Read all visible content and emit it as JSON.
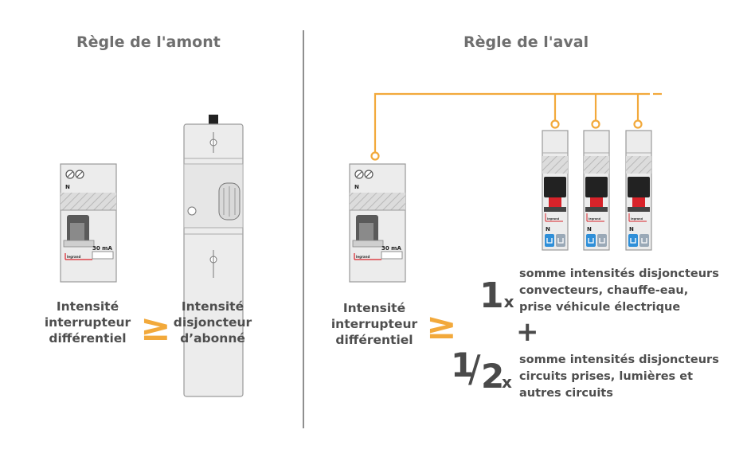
{
  "left": {
    "title": "Règle de l'amont",
    "rcd_rating": "30 mA",
    "rcd_n": "N",
    "rcd_brand": "legrand",
    "label_a": [
      "Intensité",
      "interrupteur",
      "différentiel"
    ],
    "geq": "≥",
    "label_b": [
      "Intensité",
      "disjoncteur",
      "d’abonné"
    ]
  },
  "right": {
    "title": "Règle de l'aval",
    "rcd_rating": "30 mA",
    "rcd_n": "N",
    "rcd_brand": "legrand",
    "label_a": [
      "Intensité",
      "interrupteur",
      "différentiel"
    ],
    "geq": "≥",
    "breaker_n": "N",
    "breaker_brand": "legrand",
    "coef1_num": "1",
    "coef1_x": "x",
    "text1": [
      "somme intensités disjoncteurs",
      "convecteurs, chauffe-eau,",
      "prise véhicule électrique"
    ],
    "plus": "+",
    "coef2_num": "1",
    "coef2_slash": "/",
    "coef2_den": "2",
    "coef2_x": "x",
    "text2": [
      "somme intensités disjoncteurs",
      "circuits prises, lumières et",
      "autres circuits"
    ]
  },
  "colors": {
    "accent": "#f2a93b",
    "breaker_red": "#d8232a",
    "terminal_blue": "#2f8fd8",
    "module_body": "#ececec"
  }
}
